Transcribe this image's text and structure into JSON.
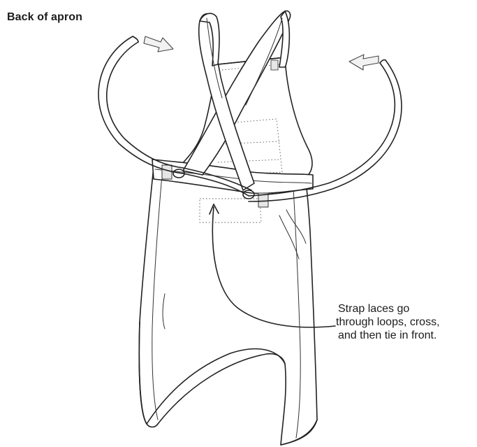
{
  "diagram": {
    "title": "Back of apron",
    "caption_lines": [
      "Strap laces go",
      "through loops, cross,",
      "and then tie in front."
    ]
  }
}
